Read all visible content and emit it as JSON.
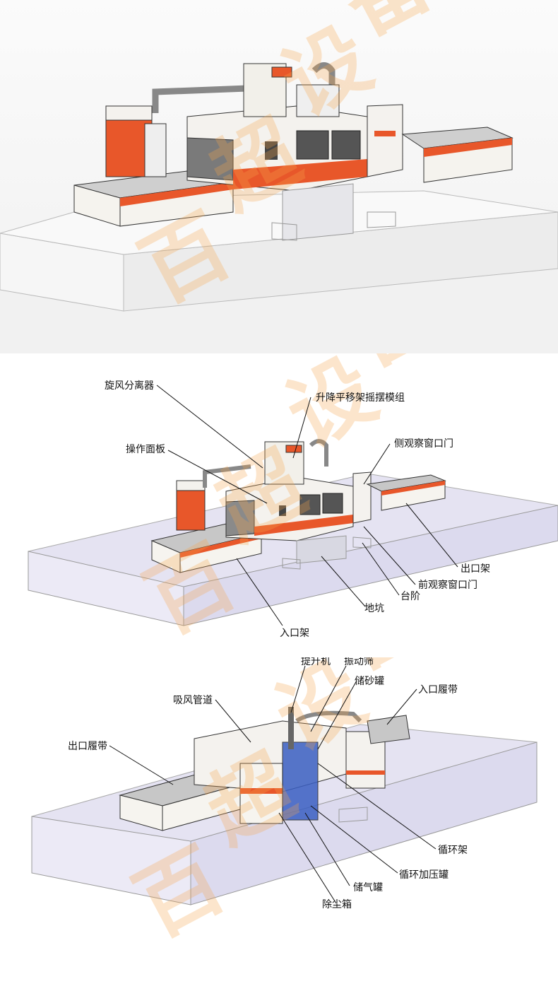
{
  "watermark": {
    "text": "百超设备",
    "chars": [
      "百",
      "超",
      "设",
      "备"
    ]
  },
  "colors": {
    "accent": "#e8572a",
    "frame": "#f3f1ec",
    "platform": "#e5e3f2",
    "line": "#222222"
  },
  "overview": {
    "labels": {
      "cyclone": "旋风分离器",
      "lift_module": "升降平移架摇摆模组",
      "side_window": "侧观察窗口门",
      "control_panel": "操作面板",
      "exit_rack": "出口架",
      "front_window": "前观察窗口门",
      "steps": "台阶",
      "pit": "地坑",
      "entry_rack": "入口架"
    }
  },
  "rear": {
    "labels": {
      "elevator": "提升机",
      "vibrating_screen": "振动筛",
      "sand_tank": "储砂罐",
      "entry_track": "入口履带",
      "suction_duct": "吸风管道",
      "exit_track": "出口履带",
      "circulation_rack": "循环架",
      "pressure_tank": "循环加压罐",
      "air_tank": "储气罐",
      "dust_box": "除尘箱"
    }
  }
}
